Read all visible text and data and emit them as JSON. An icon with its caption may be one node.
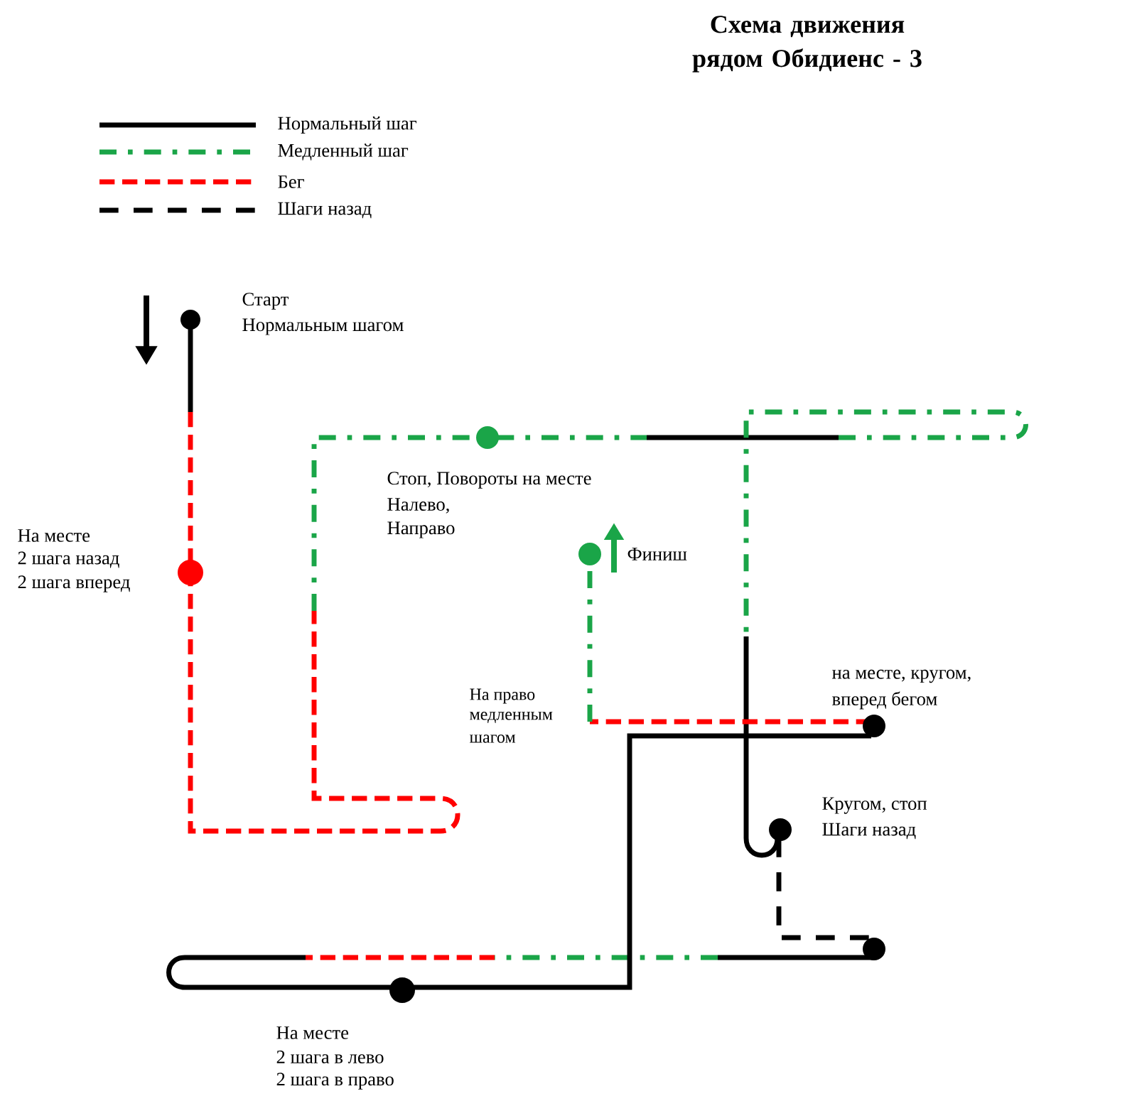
{
  "diagram": {
    "title": "Схема движения рядом Обидиенс - 3",
    "labels": [
      "Старт",
      "Нормальным шагом",
      "На месте",
      "2 шага назад",
      "2 шага вперед",
      "Стоп, Повороты на месте",
      "Налево,",
      "Направо",
      "Финиш",
      "на месте, кругом,",
      "вперед бегом",
      "На право",
      "медленным",
      "шагом",
      "Кругом, стоп",
      "Шаги назад",
      "На месте",
      "2 шага в лево",
      "2 шага в право"
    ],
    "legend": [
      {
        "text": "Нормальный шаг"
      },
      {
        "text": "Медленный шаг"
      },
      {
        "text": "Бег"
      },
      {
        "text": "Шаги назад"
      }
    ]
  }
}
